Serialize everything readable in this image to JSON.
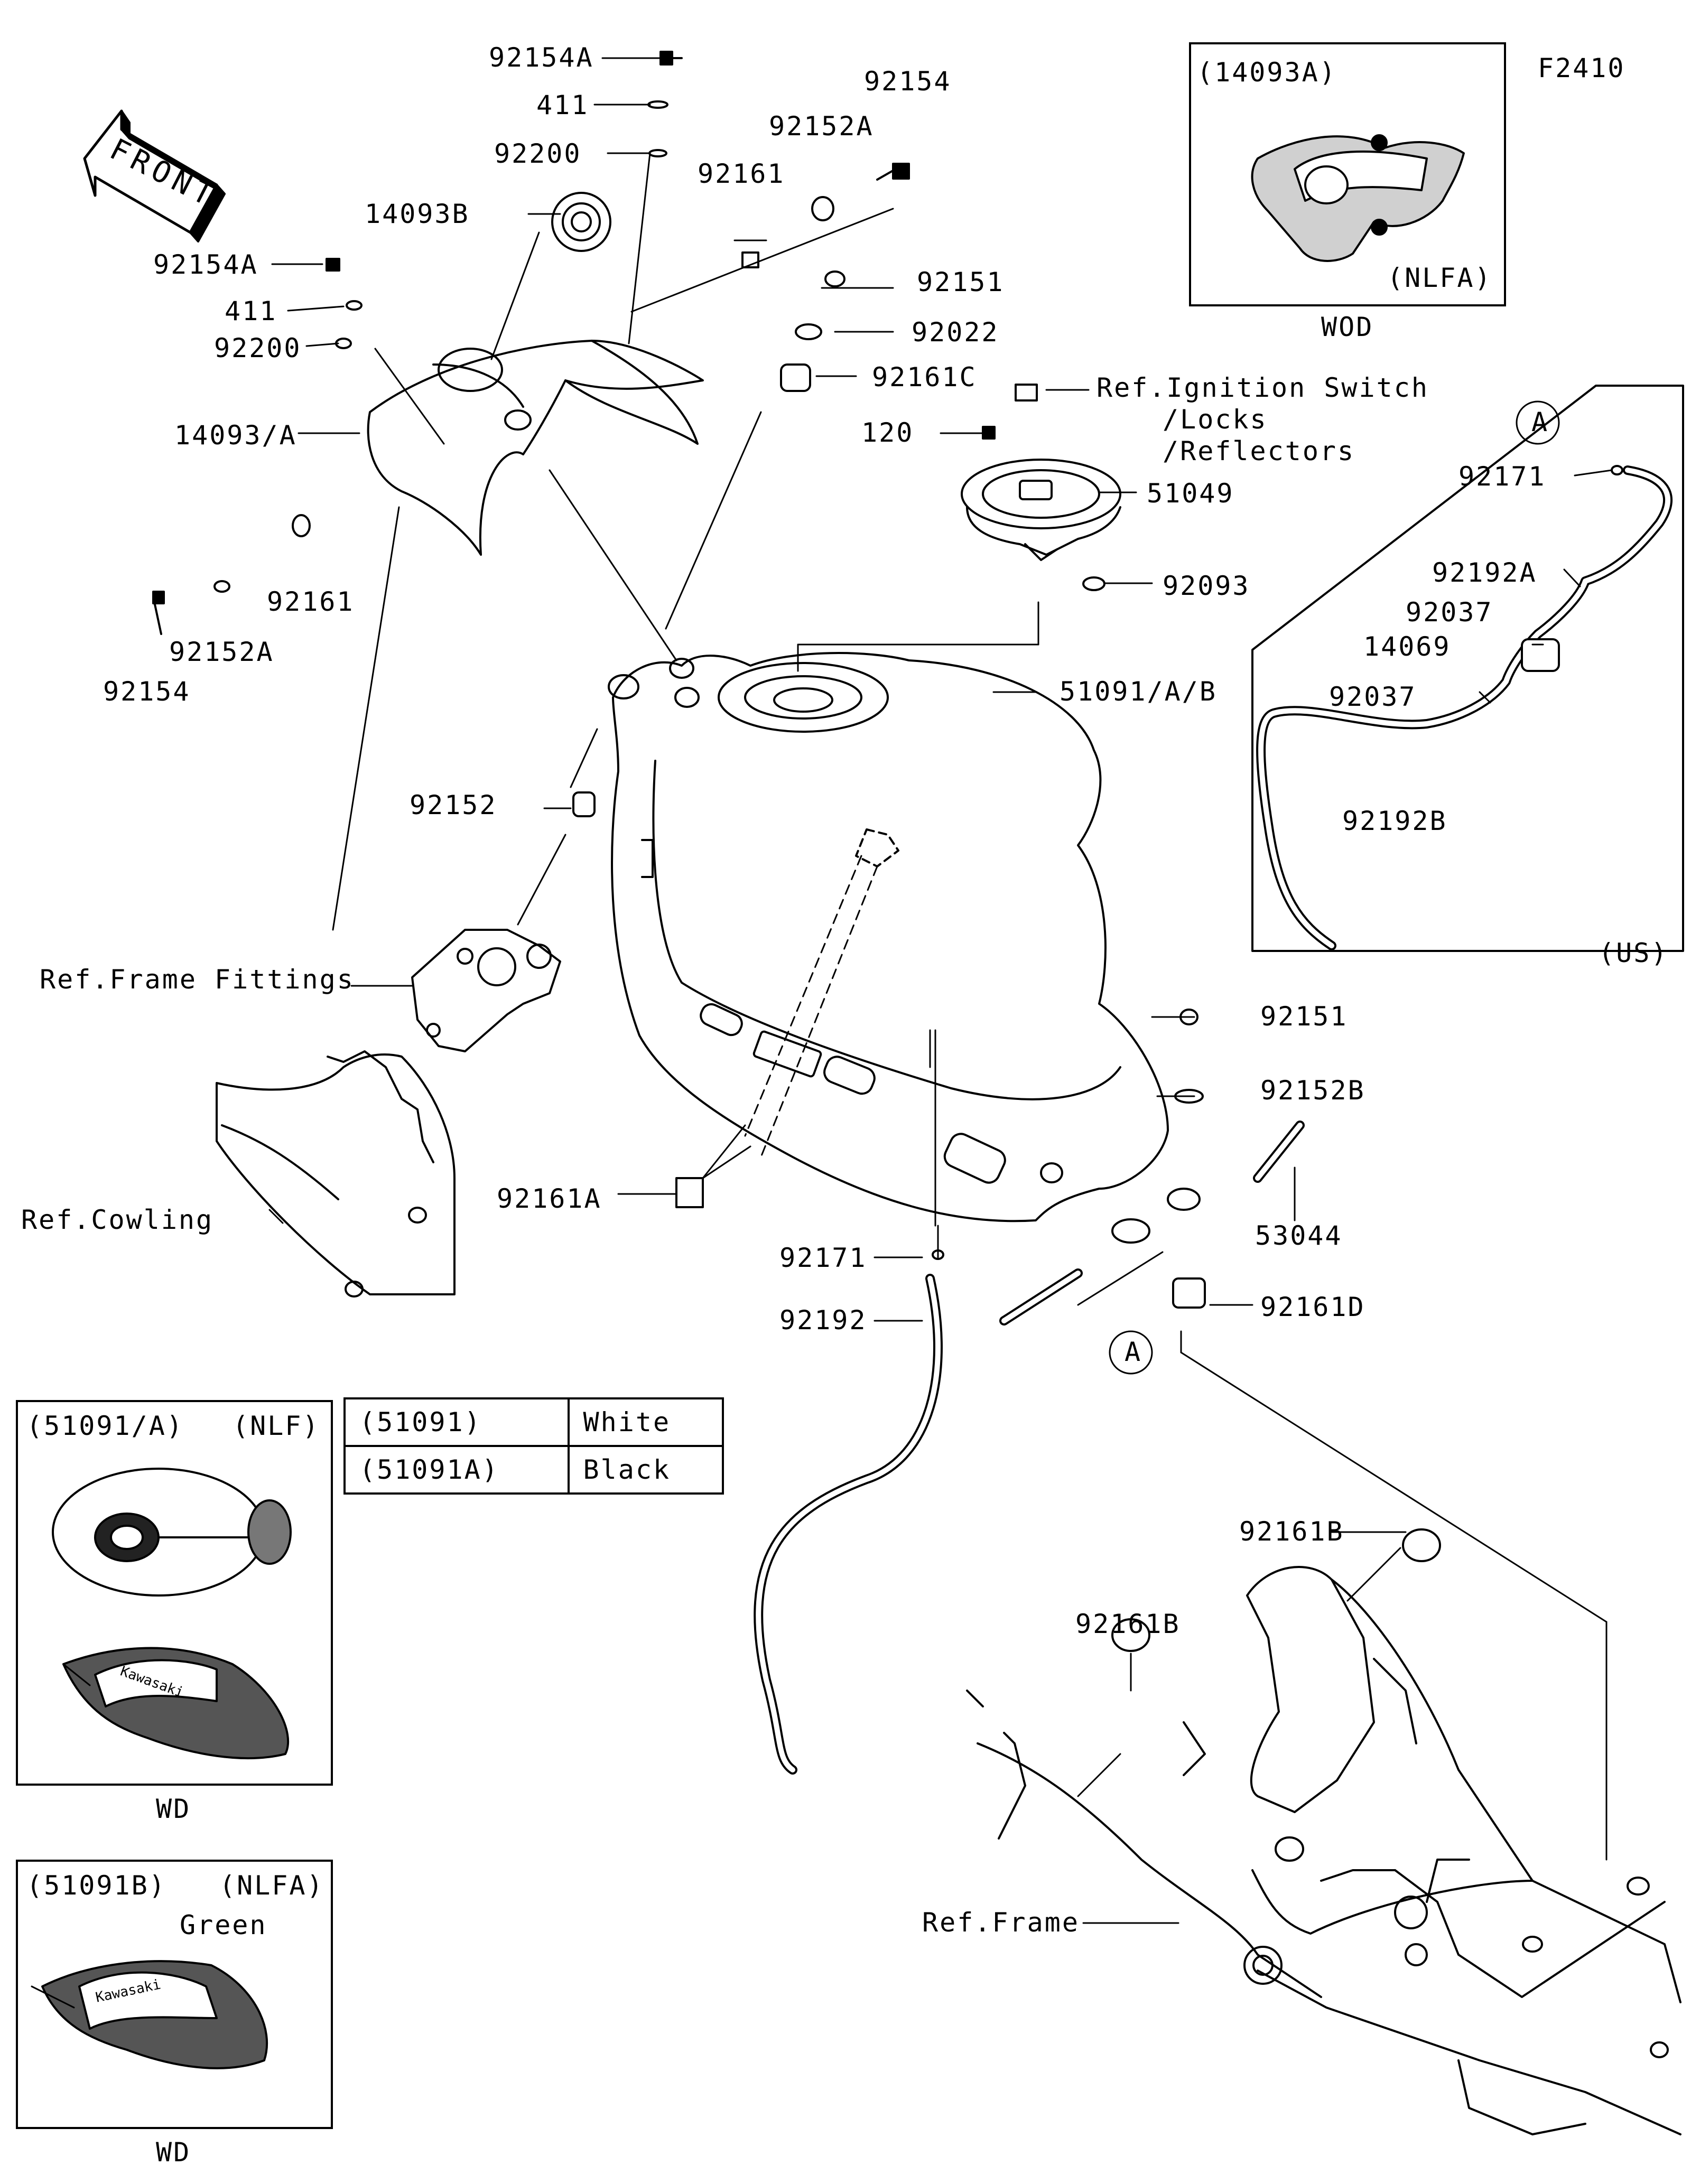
{
  "figure_code": "F2410",
  "front_label": "FRONT",
  "callouts": {
    "c92154A_top": "92154A",
    "c411_top": "411",
    "c92200_top": "92200",
    "c14093B": "14093B",
    "c92154A_left": "92154A",
    "c411_left": "411",
    "c92200_left": "92200",
    "c14093A": "14093/A",
    "c92161_top": "92161",
    "c92152A_top": "92152A",
    "c92154_top": "92154",
    "c92151_top": "92151",
    "c92022": "92022",
    "c92161C": "92161C",
    "c120": "120",
    "c51049": "51049",
    "c92093": "92093",
    "c92161_left": "92161",
    "c92152A_left": "92152A",
    "c92154_left": "92154",
    "c51091AB": "51091/A/B",
    "c92152": "92152",
    "c92151_right": "92151",
    "c92152B": "92152B",
    "c53044": "53044",
    "c92161A": "92161A",
    "c92171": "92171",
    "c92192": "92192",
    "c92161D": "92161D",
    "c92161B_right": "92161B",
    "c92161B_left": "92161B"
  },
  "refs": {
    "ignition_1": "Ref.Ignition Switch",
    "ignition_2": "/Locks",
    "ignition_3": "/Reflectors",
    "frame_fittings": "Ref.Frame Fittings",
    "cowling": "Ref.Cowling",
    "frame": "Ref.Frame"
  },
  "circle_labels": {
    "a_main": "A",
    "a_inset": "A"
  },
  "inset_wod": {
    "title": "(14093A)",
    "variant": "(NLFA)",
    "caption": "WOD"
  },
  "inset_us": {
    "region": "(US)",
    "labels": {
      "l92171": "92171",
      "l92192A": "92192A",
      "l92037a": "92037",
      "l14069": "14069",
      "l92037b": "92037",
      "l92192B": "92192B"
    }
  },
  "inset_wd1": {
    "title": "(51091/A)",
    "variant": "(NLF)",
    "caption": "WD",
    "badge": "Kawasaki"
  },
  "inset_wd2": {
    "title": "(51091B)",
    "variant": "(NLFA)",
    "color_note": "Green",
    "caption": "WD",
    "badge": "Kawasaki"
  },
  "color_table": [
    {
      "part": "(51091)",
      "color": "White"
    },
    {
      "part": "(51091A)",
      "color": "Black"
    }
  ]
}
